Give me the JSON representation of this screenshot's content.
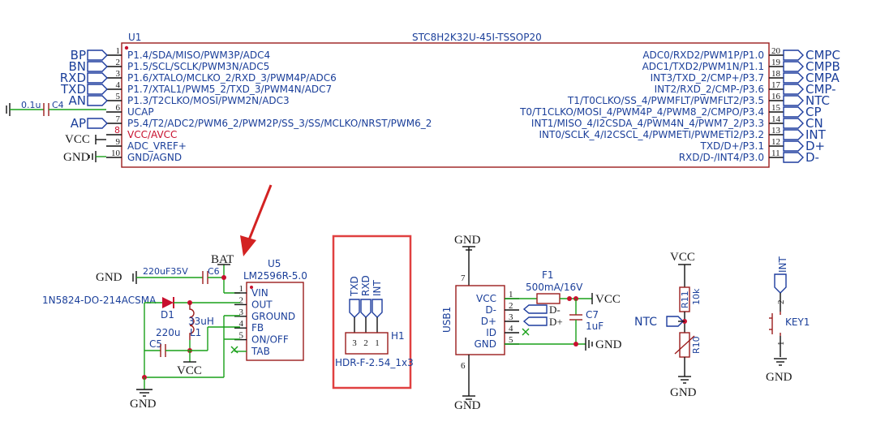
{
  "u1": {
    "ref": "U1",
    "part": "STC8H2K32U-45I-TSSOP20",
    "left_pins": [
      {
        "num": "1",
        "name": "P1.4/SDA/MISO/PWM3P/ADC4",
        "net": "BP"
      },
      {
        "num": "2",
        "name": "P1.5/SCL/SCLK/PWM3N/ADC5",
        "net": "BN"
      },
      {
        "num": "3",
        "name": "P1.6/XTALO/MCLKO_2/RXD_3/PWM4P/ADC6",
        "net": "RXD"
      },
      {
        "num": "4",
        "name": "P1.7/XTAL1/PWM5_2/TXD_3/PWM4N/ADC7",
        "net": "TXD"
      },
      {
        "num": "5",
        "name": "P1.3/T2CLKO/MOSI/PWM2N/ADC3",
        "net": "AN"
      },
      {
        "num": "6",
        "name": "UCAP",
        "net": ""
      },
      {
        "num": "7",
        "name": "P5.4/T2/ADC2/PWM6_2/PWM2P/SS_3/SS/MCLKO/NRST/PWM6_2",
        "net": "AP"
      },
      {
        "num": "8",
        "name": "VCC/AVCC",
        "net": ""
      },
      {
        "num": "9",
        "name": "ADC_VREF+",
        "net": "VCC"
      },
      {
        "num": "10",
        "name": "GND/AGND",
        "net": "GND"
      }
    ],
    "right_pins": [
      {
        "num": "20",
        "name": "ADC0/RXD2/PWM1P/P1.0",
        "net": "CMPC"
      },
      {
        "num": "19",
        "name": "ADC1/TXD2/PWM1N/P1.1",
        "net": "CMPB"
      },
      {
        "num": "18",
        "name": "INT3/TXD_2/CMP+/P3.7",
        "net": "CMPA"
      },
      {
        "num": "17",
        "name": "INT2/RXD_2/CMP-/P3.6",
        "net": "CMP-"
      },
      {
        "num": "16",
        "name": "T1/T0CLKO/SS_4/PWMFLT/PWMFLT2/P3.5",
        "net": "NTC"
      },
      {
        "num": "15",
        "name": "T0/T1CLKO/MOSI_4/PWM4P_4/PWM8_2/CMPO/P3.4",
        "net": "CP"
      },
      {
        "num": "14",
        "name": "INT1/MISO_4/I2CSDA_4/PWM4N_4/PWM7_2/P3.3",
        "net": "CN"
      },
      {
        "num": "13",
        "name": "INT0/SCLK_4/I2CSCL_4/PWMETI/PWMETI2/P3.2",
        "net": "INT"
      },
      {
        "num": "12",
        "name": "TXD/D+/P3.1",
        "net": "D+"
      },
      {
        "num": "11",
        "name": "RXD/D-/INT4/P3.0",
        "net": "D-"
      }
    ],
    "cap_value": "0.1u",
    "cap_ref": "C4"
  },
  "power": {
    "bat": "BAT",
    "gnd": "GND",
    "vcc": "VCC",
    "c6_value": "220uF35V",
    "c6_ref": "C6",
    "u5_ref": "U5",
    "u5_part": "LM2596R-5.0",
    "u5_pins": [
      {
        "num": "1",
        "name": "VIN"
      },
      {
        "num": "2",
        "name": "OUT"
      },
      {
        "num": "3",
        "name": "GROUND"
      },
      {
        "num": "4",
        "name": "FB"
      },
      {
        "num": "5",
        "name": "ON/OFF"
      },
      {
        "num": "",
        "name": "TAB"
      }
    ],
    "diode_part": "1N5824-DO-214ACSMA",
    "diode_ref": "D1",
    "l1_value": "33uH",
    "l1_ref": "L1",
    "c5_value": "220u",
    "c5_ref": "C5"
  },
  "header": {
    "nets": [
      "TXD",
      "RXD",
      "INT"
    ],
    "pins": [
      "3",
      "2",
      "1"
    ],
    "ref": "H1",
    "part": "HDR-F-2.54_1x3"
  },
  "usb": {
    "ref": "USB1",
    "gnd_top": "GND",
    "gnd_bottom": "GND",
    "top_pin": "7",
    "bottom_pin": "6",
    "pins": [
      {
        "num": "1",
        "name": "VCC"
      },
      {
        "num": "2",
        "name": "D-"
      },
      {
        "num": "3",
        "name": "D+"
      },
      {
        "num": "4",
        "name": "ID"
      },
      {
        "num": "5",
        "name": "GND"
      }
    ],
    "fuse_ref": "F1",
    "fuse_value": "500mA/16V",
    "vcc": "VCC",
    "dm": "D-",
    "dp": "D+",
    "c7_ref": "C7",
    "c7_value": "1uF",
    "gnd_right": "GND"
  },
  "ntc": {
    "vcc": "VCC",
    "r11_ref": "R11",
    "r11_value": "10k",
    "net": "NTC",
    "r10_ref": "R10",
    "gnd": "GND"
  },
  "key": {
    "net": "INT",
    "ref": "KEY1",
    "pin_top": "2",
    "pin_bottom": "1",
    "gnd": "GND"
  }
}
